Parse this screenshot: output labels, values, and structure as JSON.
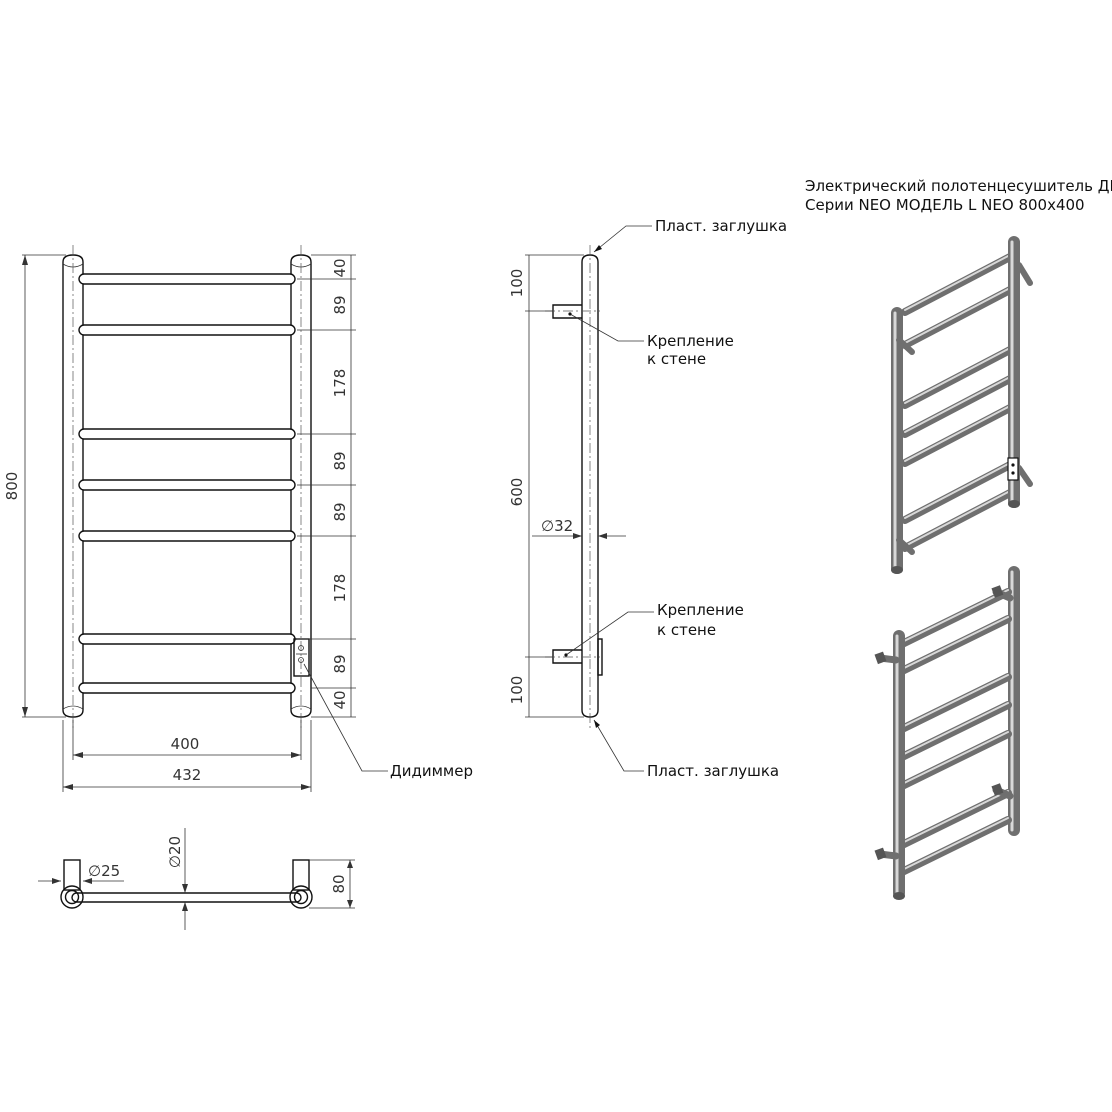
{
  "title": {
    "line1": "Электрический полотенцесушитель ДВИН",
    "line2": "Серии NEO МОДЕЛЬ L NEO 800x400"
  },
  "front_view": {
    "dims_right": [
      "40",
      "89",
      "178",
      "89",
      "89",
      "178",
      "89",
      "40"
    ],
    "height": "800",
    "width_inner": "400",
    "width_outer": "432",
    "dimmer_label": "Дидиммер"
  },
  "side_view": {
    "top_offset": "100",
    "middle": "600",
    "bottom_offset": "100",
    "diameter": "∅32",
    "cap_top": "Пласт. заглушка",
    "cap_bottom": "Пласт. заглушка",
    "mount_top": [
      "Крепление",
      "к стене"
    ],
    "mount_bottom": [
      "Крепление",
      "к стене"
    ]
  },
  "top_view": {
    "diameter_post": "∅25",
    "diameter_bar": "∅20",
    "depth": "80"
  },
  "colors": {
    "line": "#111111",
    "rail": "#6f6f6f"
  }
}
